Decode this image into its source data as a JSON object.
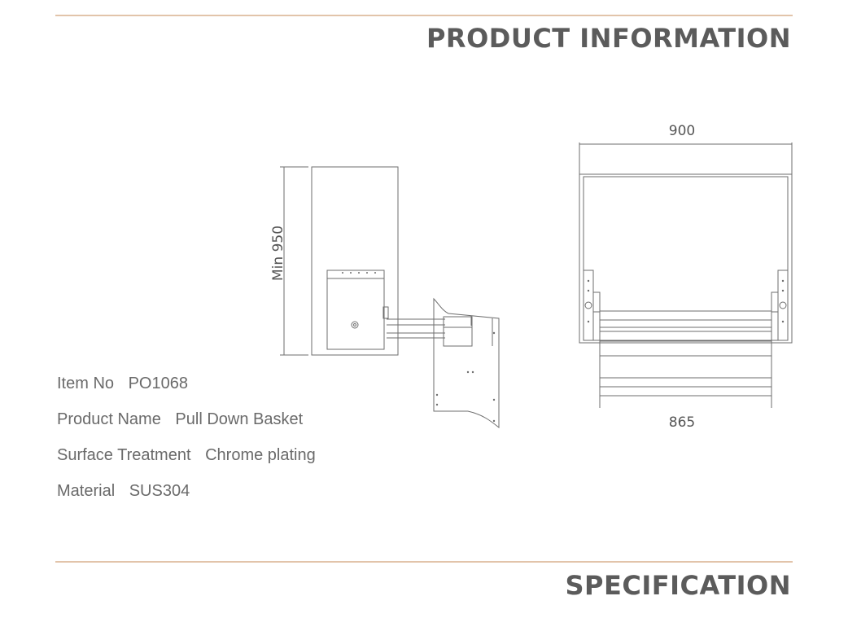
{
  "header": {
    "title": "PRODUCT INFORMATION"
  },
  "side_view": {
    "height_dimension": "Min 950"
  },
  "front_view": {
    "top_width": "900",
    "bottom_width": "865"
  },
  "specs": [
    {
      "label": "Item No",
      "value": "PO1068"
    },
    {
      "label": "Product Name",
      "value": "Pull Down Basket"
    },
    {
      "label": "Surface Treatment",
      "value": "Chrome plating"
    },
    {
      "label": "Material",
      "value": "SUS304"
    }
  ],
  "footer": {
    "title": "SPECIFICATION"
  },
  "colors": {
    "rule": "#e2c4aa",
    "title": "#5b5b5b",
    "text": "#6a6a6a",
    "line_drawing": "#6e6e6e"
  }
}
